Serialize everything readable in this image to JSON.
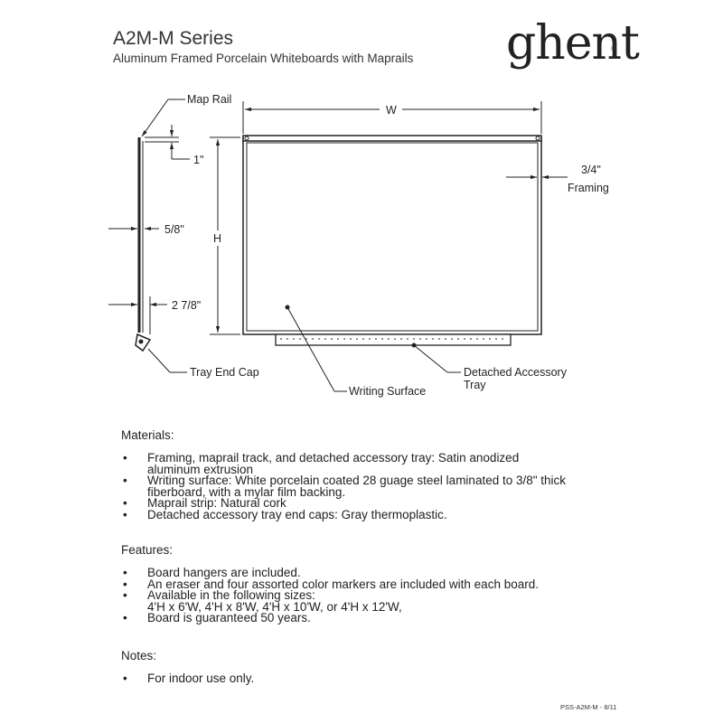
{
  "header": {
    "title": "A2M-M Series",
    "subtitle": "Aluminum Framed Porcelain Whiteboards with Maprails",
    "logo": "ghent",
    "logo_mark": "®"
  },
  "drawing": {
    "labels": {
      "map_rail": "Map Rail",
      "width": "W",
      "height": "H",
      "one_inch": "1\"",
      "five_eighths": "5/8\"",
      "two_seven_eighths": "2 7/8\"",
      "framing_dim": "3/4\"",
      "framing": "Framing",
      "tray_end_cap": "Tray End Cap",
      "writing_surface": "Writing Surface",
      "accessory_tray_1": "Detached Accessory",
      "accessory_tray_2": "Tray"
    }
  },
  "materials": {
    "heading": "Materials:",
    "items": [
      "Framing, maprail track, and detached accessory tray: Satin anodized",
      "aluminum extrusion",
      "Writing surface: White porcelain coated 28 guage steel laminated to 3/8\" thick",
      "fiberboard, with a mylar film backing.",
      "Maprail strip: Natural cork",
      "Detached accessory tray end caps: Gray thermoplastic."
    ]
  },
  "features": {
    "heading": "Features:",
    "items": [
      "Board hangers are included.",
      "An eraser and four assorted color markers are included with each board.",
      "Available in the following sizes:",
      "4'H x 6'W, 4'H x 8'W, 4'H x 10'W, or 4'H x 12'W,",
      "Board is guaranteed 50 years."
    ]
  },
  "notes": {
    "heading": "Notes:",
    "items": [
      "For indoor use only."
    ]
  },
  "footer": {
    "doc_code": "PSS-A2M-M - 8/11"
  }
}
